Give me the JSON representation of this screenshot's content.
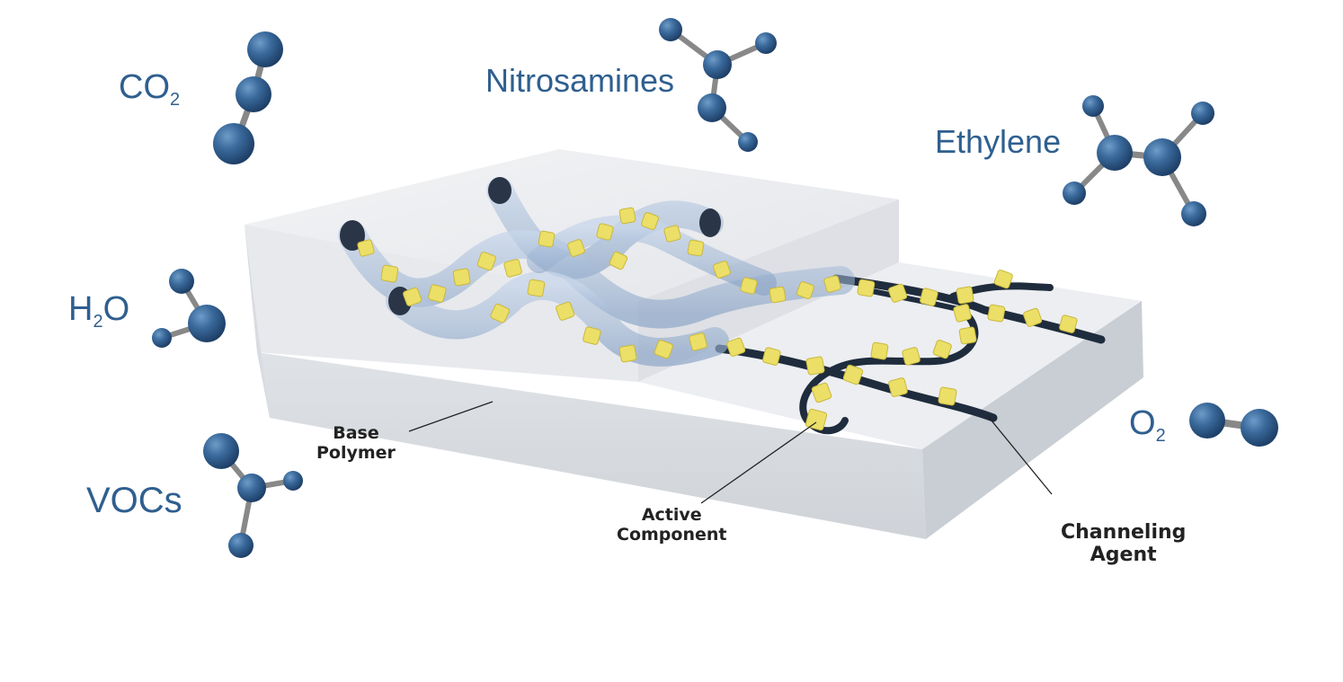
{
  "gases": {
    "co2": {
      "base": "CO",
      "sub": "2"
    },
    "nitrosamines": {
      "text": "Nitrosamines"
    },
    "ethylene": {
      "text": "Ethylene"
    },
    "h2o": {
      "pre": "H",
      "sub": "2",
      "post": "O"
    },
    "vocs": {
      "text": "VOCs"
    },
    "o2": {
      "base": "O",
      "sub": "2"
    }
  },
  "callouts": {
    "base_polymer": [
      "Base",
      "Polymer"
    ],
    "active_component": [
      "Active",
      "Component"
    ],
    "channeling_agent": [
      "Channeling",
      "Agent"
    ]
  },
  "colors": {
    "molecule": "#2f5f8f",
    "label": "#2f5f8f",
    "active_particle": "#ecdf68",
    "channel_dark": "#1f2c3d",
    "block": "#e3e6ea"
  },
  "icons": [
    "molecule-icon"
  ]
}
